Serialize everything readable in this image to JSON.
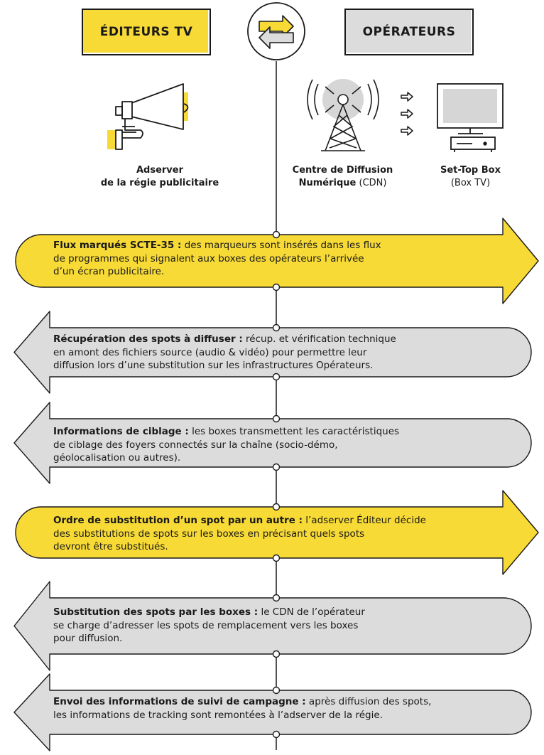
{
  "header": {
    "left_label": "ÉDITEURS TV",
    "right_label": "OPÉRATEURS",
    "center_icon": "exchange-arrows-icon"
  },
  "actors": {
    "adserver": {
      "icon": "megaphone-icon",
      "line1": "Adserver",
      "line2": "de la régie publicitaire"
    },
    "cdn": {
      "icon": "broadcast-tower-icon",
      "line1": "Centre de Diffusion",
      "line2_bold": "Numérique",
      "line2_rest": " (CDN)"
    },
    "stb": {
      "icon": "tv-set-top-box-icon",
      "line1": "Set-Top Box",
      "line2": "(Box TV)"
    }
  },
  "steps": [
    {
      "direction": "right",
      "color": "#f7da36",
      "title": "Flux marqués SCTE-35 :",
      "line1": " des marqueurs sont insérés dans les flux",
      "line2": "de programmes qui signalent aux boxes des opérateurs l’arrivée",
      "line3": "d’un écran publicitaire."
    },
    {
      "direction": "left",
      "color": "#dcdcdc",
      "title": "Récupération des spots à diffuser :",
      "line1": " récup. et vérification technique",
      "line2": "en amont des fichiers source (audio & vidéo) pour permettre leur",
      "line3": "diffusion lors d’une substitution sur les infrastructures Opérateurs."
    },
    {
      "direction": "left",
      "color": "#dcdcdc",
      "title": "Informations de ciblage :",
      "line1": " les boxes transmettent les caractéristiques",
      "line2": "de ciblage des foyers connectés sur la chaîne (socio-démo,",
      "line3": "géolocalisation ou autres)."
    },
    {
      "direction": "right",
      "color": "#f7da36",
      "title": "Ordre de substitution d’un spot par un autre :",
      "line1": " l’adserver Éditeur décide",
      "line2": "des substitutions de spots sur les boxes en précisant quels spots",
      "line3": "devront être substitués."
    },
    {
      "direction": "left",
      "color": "#dcdcdc",
      "title": "Substitution des spots par les boxes :",
      "line1": " le CDN de l’opérateur",
      "line2": "se charge d’adresser les spots de remplacement vers les boxes",
      "line3": "pour diffusion."
    },
    {
      "direction": "left",
      "color": "#dcdcdc",
      "title": "Envoi des informations de suivi de campagne :",
      "line1": " après diffusion des spots,",
      "line2": "les informations de tracking sont remontées à l’adserver de la régie.",
      "line3": ""
    }
  ],
  "colors": {
    "yellow": "#f7da36",
    "gray": "#dcdcdc",
    "stroke": "#1a1a1a"
  }
}
